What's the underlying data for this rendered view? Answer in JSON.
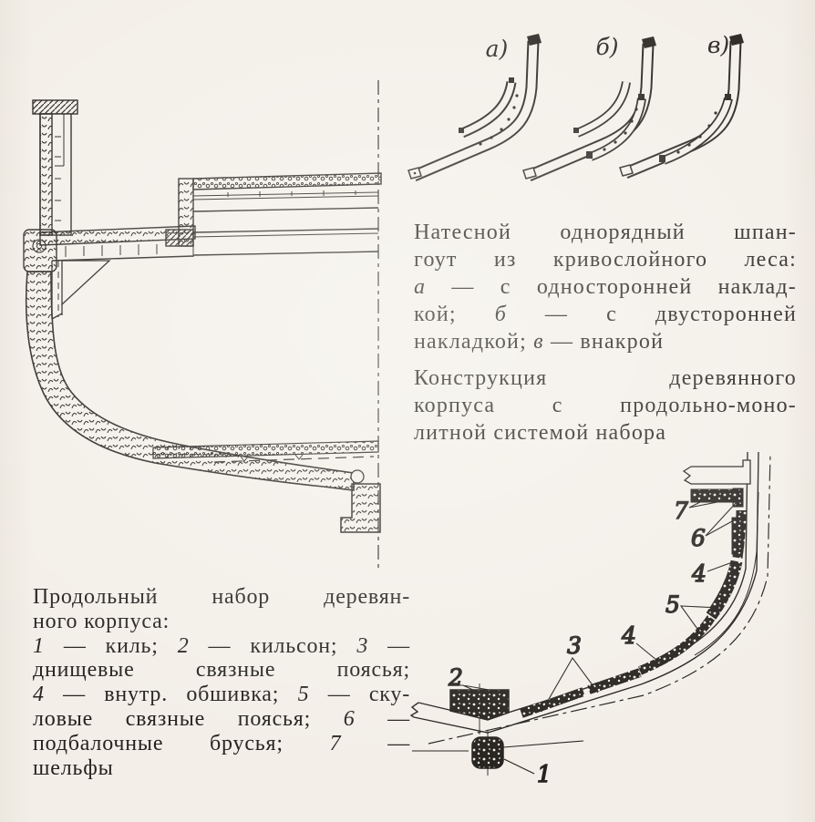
{
  "page": {
    "background": "#f3efe8",
    "ink": "#26231f"
  },
  "figures": {
    "frames": {
      "labels": [
        "а)",
        "б)",
        "в)"
      ]
    },
    "longitudinal": {
      "markers": {
        "k1": "1",
        "k2": "2",
        "k3": "3",
        "k4a": "4",
        "k4b": "4",
        "k5": "5",
        "k6": "6",
        "k7": "7"
      }
    }
  },
  "captions": {
    "frame_caption": {
      "lines": [
        {
          "segs": [
            {
              "t": "Натесной однорядный шпан-"
            }
          ]
        },
        {
          "segs": [
            {
              "t": "гоут из кривослойного леса:"
            }
          ]
        },
        {
          "segs": [
            {
              "t": "а",
              "i": true
            },
            {
              "t": " — с односторонней наклад-"
            }
          ]
        },
        {
          "segs": [
            {
              "t": "кой; "
            },
            {
              "t": "б",
              "i": true
            },
            {
              "t": " — с двусторонней"
            }
          ]
        },
        {
          "segs": [
            {
              "t": "накладкой; "
            },
            {
              "t": "в",
              "i": true
            },
            {
              "t": " — внакрой"
            }
          ],
          "nj": true
        }
      ]
    },
    "construction_caption": {
      "lines": [
        {
          "segs": [
            {
              "t": "Конструкция деревянного"
            }
          ]
        },
        {
          "segs": [
            {
              "t": "корпуса с продольно-моно-"
            }
          ]
        },
        {
          "segs": [
            {
              "t": "литной системой набора"
            }
          ],
          "nj": true
        }
      ]
    },
    "longitudinal_caption": {
      "lines": [
        {
          "segs": [
            {
              "t": "Продольный набор деревян-"
            }
          ]
        },
        {
          "segs": [
            {
              "t": "ного корпуса:"
            }
          ],
          "nj": true
        },
        {
          "segs": [
            {
              "t": "1",
              "i": true
            },
            {
              "t": " — киль; "
            },
            {
              "t": "2",
              "i": true
            },
            {
              "t": " — кильсон; "
            },
            {
              "t": "3",
              "i": true
            },
            {
              "t": " —"
            }
          ]
        },
        {
          "segs": [
            {
              "t": "днищевые связные поясья;"
            }
          ]
        },
        {
          "segs": [
            {
              "t": "4",
              "i": true
            },
            {
              "t": " — внутр. обшивка; "
            },
            {
              "t": "5",
              "i": true
            },
            {
              "t": " — ску-"
            }
          ]
        },
        {
          "segs": [
            {
              "t": "ловые связные поясья; "
            },
            {
              "t": "6",
              "i": true
            },
            {
              "t": " —"
            }
          ]
        },
        {
          "segs": [
            {
              "t": "подбалочные брусья; "
            },
            {
              "t": "7",
              "i": true
            },
            {
              "t": " —"
            }
          ]
        },
        {
          "segs": [
            {
              "t": "шельфы"
            }
          ],
          "nj": true
        }
      ]
    }
  }
}
